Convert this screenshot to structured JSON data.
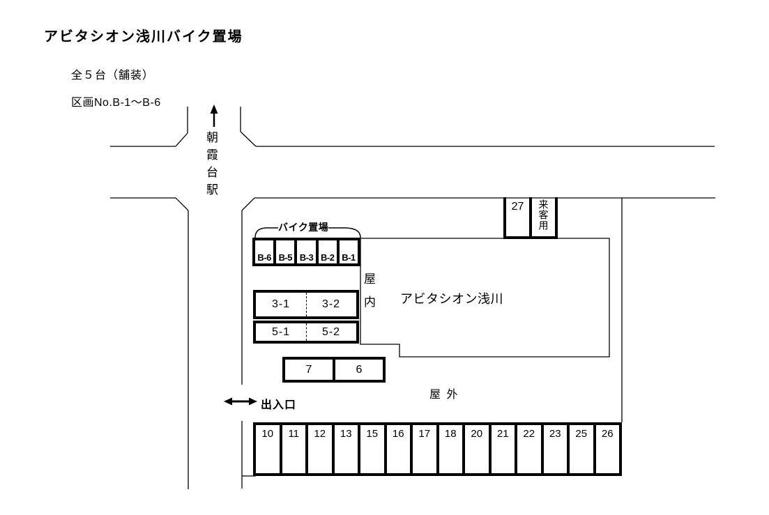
{
  "title": "アビタシオン浅川バイク置場",
  "notes": {
    "capacity": "全５台（舗装）",
    "sections": "区画No.B-1～B-6"
  },
  "station": {
    "label": "朝霞台駅"
  },
  "site": {
    "bike_area_label": "バイク置場",
    "b_stalls": [
      "B-6",
      "B-5",
      "B-3",
      "B-2",
      "B-1"
    ],
    "indoor_label": "屋内",
    "building_label": "アビタシオン浅川",
    "visitor_stalls": [
      "27",
      "来客用"
    ],
    "mid_stalls_row1": [
      "3-1",
      "3-2"
    ],
    "mid_stalls_row2": [
      "5-1",
      "5-2"
    ],
    "small_stalls": [
      "7",
      "6"
    ],
    "outdoor_label": "屋 外",
    "entrance_label": "出入口",
    "bottom_stalls": [
      "10",
      "11",
      "12",
      "13",
      "15",
      "16",
      "17",
      "18",
      "20",
      "21",
      "22",
      "23",
      "25",
      "26"
    ]
  },
  "colors": {
    "line": "#000000",
    "background": "#ffffff"
  }
}
